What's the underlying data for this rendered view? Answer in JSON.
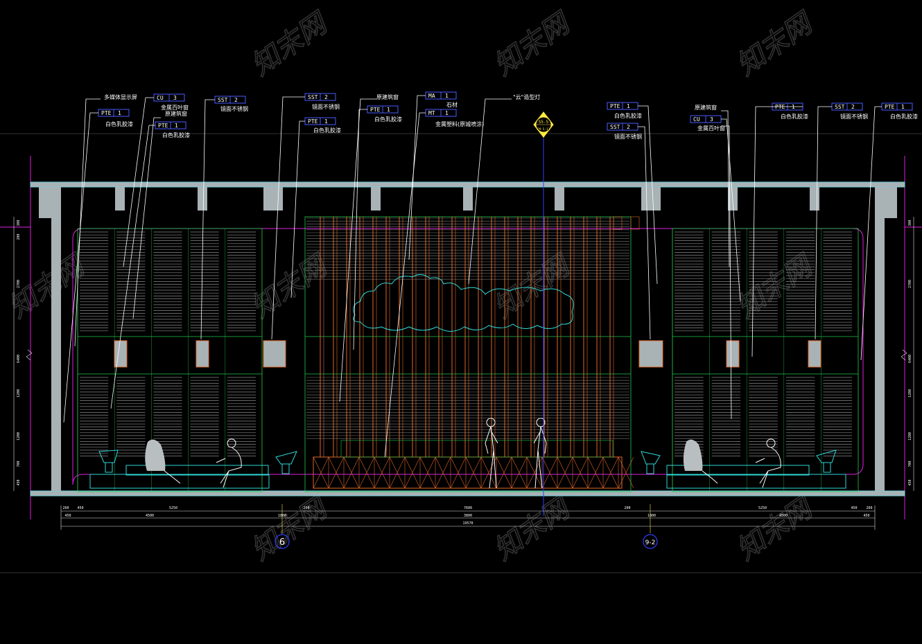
{
  "callouts": [
    {
      "id": "top_tags_left",
      "items": [
        {
          "code": "CU",
          "num": "3",
          "note": "金属百叶窗"
        },
        {
          "code": "PTE",
          "num": "1",
          "note": "白色乳胶漆"
        },
        {
          "code": "PTE",
          "num": "1",
          "note": "白色乳胶漆"
        },
        {
          "code": "SST",
          "num": "2",
          "note": "镜面不锈钢"
        },
        {
          "code": "SST",
          "num": "2",
          "note": "镜面不锈钢"
        },
        {
          "code": "PTE",
          "num": "1",
          "note": "白色乳胶漆"
        },
        {
          "code": "PTE",
          "num": "1",
          "note": "白色乳胶漆"
        },
        {
          "code": "MA",
          "num": "1",
          "note": "石材"
        },
        {
          "code": "MT",
          "num": "1",
          "note": "金属塑料(原城喷涂)"
        }
      ]
    },
    {
      "id": "top_tags_right",
      "items": [
        {
          "code": "PTE",
          "num": "1",
          "note": "白色乳胶漆"
        },
        {
          "code": "SST",
          "num": "2",
          "note": "镜面不锈钢"
        },
        {
          "code": "CU",
          "num": "3",
          "note": "金属百叶窗"
        },
        {
          "code": "PTE",
          "num": "1",
          "note": "白色乳胶漆"
        },
        {
          "code": "SST",
          "num": "2",
          "note": "镜面不锈钢"
        },
        {
          "code": "PTE",
          "num": "1",
          "note": "白色乳胶漆"
        }
      ]
    }
  ],
  "notes": {
    "n1": "多媒体显示屏",
    "n2": "原建筑窗",
    "n3": "原建筑窗",
    "n4": "\"云\"造型灯",
    "n5": "原建筑窗",
    "cu_sub": "原建筑窗"
  },
  "section_mark": {
    "top": "S5-5",
    "bottom": "IM-5-11"
  },
  "grid_bubbles": {
    "left": "6",
    "right": "9-2"
  },
  "dims_row1": [
    "260",
    "450",
    "5250",
    "200",
    "7600",
    "200",
    "5250",
    "450",
    "260"
  ],
  "dims_row2": [
    "450",
    "4500",
    "1800",
    "3800",
    "1800",
    "4500",
    "450"
  ],
  "dims_total": "19570",
  "vdims_left": [
    "300",
    "200",
    "2700",
    "6400",
    "1200",
    "1200",
    "700",
    "450"
  ],
  "vdims_right": [
    "300",
    "2700",
    "6400",
    "1200",
    "1200",
    "700",
    "450"
  ],
  "watermark": "知末网",
  "colors": {
    "bg": "#000000",
    "wall": "#a9b2b5",
    "wall_edge": "#6fd3e0",
    "magenta": "#e020e0",
    "green": "#22c84a",
    "orange": "#e2692a",
    "cyan": "#2fd8d8",
    "white": "#ffffff",
    "tag_blue": "#4a5cff",
    "yellow": "#ffe940",
    "axis_blue": "#3040ff"
  }
}
